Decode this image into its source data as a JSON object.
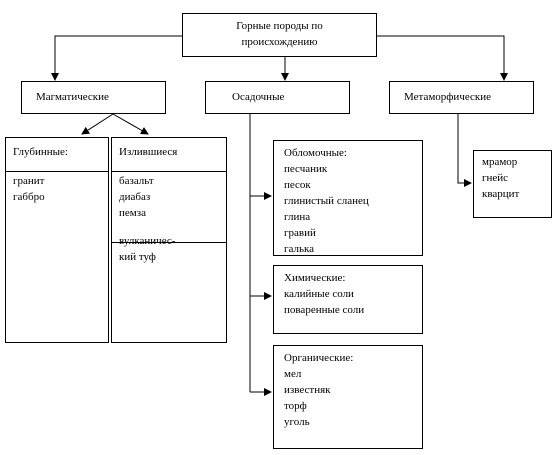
{
  "root": {
    "line1": "Горные породы по",
    "line2": "происхождению"
  },
  "magmatic": {
    "label": "Магматические",
    "deep": {
      "label": "Глубинные:",
      "items": [
        "гранит",
        "габбро"
      ]
    },
    "effusive": {
      "label": "Излившиеся",
      "items": [
        "базальт",
        "диабаз",
        "пемза"
      ],
      "tuff_line1": "вулканичес-",
      "tuff_line2": "кий туф"
    }
  },
  "sedimentary": {
    "label": "Осадочные",
    "clastic": {
      "label": "Обломочные:",
      "items": [
        "песчаник",
        "песок",
        "глинистый сланец",
        "глина",
        "гравий",
        "галька"
      ]
    },
    "chemical": {
      "label": "Химические:",
      "items": [
        "калийные соли",
        "поваренные соли"
      ]
    },
    "organic": {
      "label": "Органические:",
      "items": [
        "мел",
        "известняк",
        "торф",
        "уголь"
      ]
    }
  },
  "metamorphic": {
    "label": "Метаморфические",
    "items": [
      "мрамор",
      "гнейс",
      "кварцит"
    ]
  }
}
